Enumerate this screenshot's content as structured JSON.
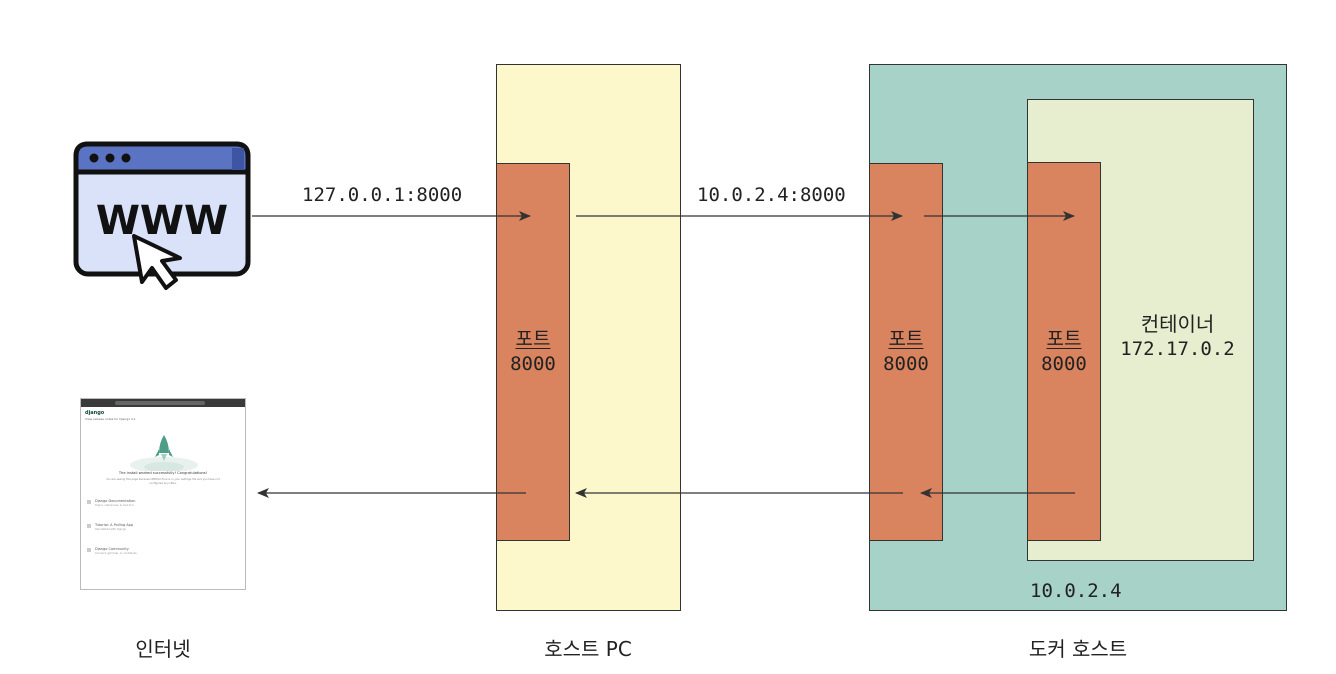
{
  "nodes": {
    "internet": {
      "label": "인터넷"
    },
    "host_pc": {
      "label": "호스트 PC",
      "port_label": "포트",
      "port_number": "8000"
    },
    "docker_host": {
      "label": "도커 호스트",
      "ip": "10.0.2.4",
      "port_label": "포트",
      "port_number": "8000"
    },
    "container": {
      "name": "컨테이너",
      "ip": "172.17.0.2",
      "port_label": "포트",
      "port_number": "8000"
    }
  },
  "edges": {
    "browser_to_host": "127.0.0.1:8000",
    "host_to_docker": "10.0.2.4:8000"
  },
  "browser_icon": {
    "text": "WWW"
  },
  "django_page": {
    "logo": "django",
    "subtitle": "View release notes for Django 4.1",
    "headline": "The install worked successfully! Congratulations!",
    "body": "You are seeing this page because DEBUG=True is in your settings file and you have not configured any URLs.",
    "links": [
      {
        "title": "Django Documentation",
        "desc": "Topics, references, & how-to's"
      },
      {
        "title": "Tutorial: A Polling App",
        "desc": "Get started with Django"
      },
      {
        "title": "Django Community",
        "desc": "Connect, get help, or contribute"
      }
    ]
  },
  "colors": {
    "host_pc_bg": "#fdf8cc",
    "docker_bg": "#a6d2c8",
    "container_bg": "#e6eecf",
    "port_bg": "#d9845f",
    "browser_bar": "#5b73c3",
    "browser_body": "#d9e2f8",
    "rocket": "#4c9e87"
  }
}
